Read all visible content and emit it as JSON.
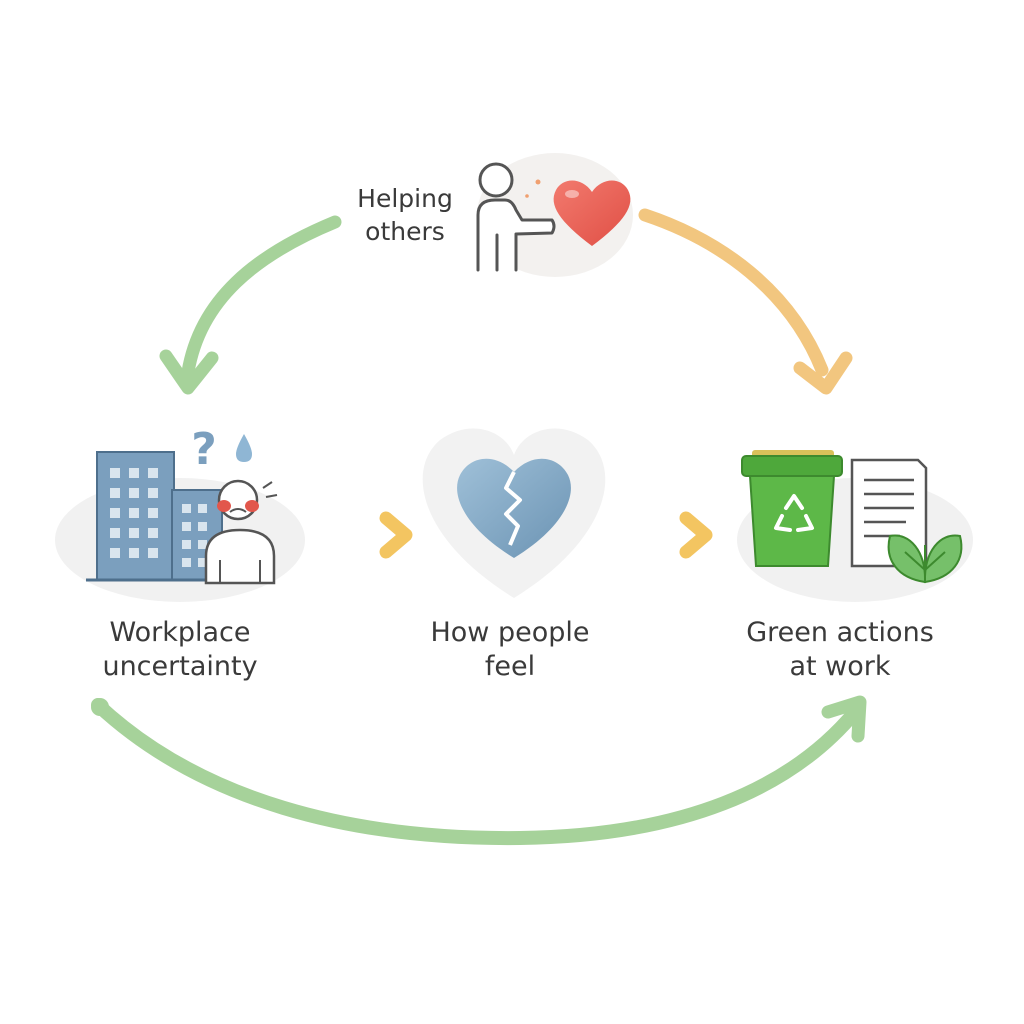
{
  "nodes": {
    "helping": {
      "line1": "Helping",
      "line2": "others"
    },
    "workplace": {
      "line1": "Workplace",
      "line2": "uncertainty"
    },
    "feel": {
      "line1": "How people",
      "line2": "feel"
    },
    "green": {
      "line1": "Green actions",
      "line2": "at work"
    }
  },
  "colors": {
    "green_arrow": "#9fcf93",
    "yellow_arrow": "#f3cb6e",
    "orange_arrow": "#f2c47a",
    "heart_red": "#e85a4f",
    "heart_blue": "#7fa8c5",
    "bin_green": "#5db848",
    "building_blue": "#7b9fbe"
  },
  "icons": [
    "helper-person-icon",
    "red-heart-icon",
    "office-building-icon",
    "stressed-person-icon",
    "question-mark-icon",
    "sweat-drop-icon",
    "broken-heart-icon",
    "recycling-bin-icon",
    "document-icon",
    "leaf-icon"
  ]
}
